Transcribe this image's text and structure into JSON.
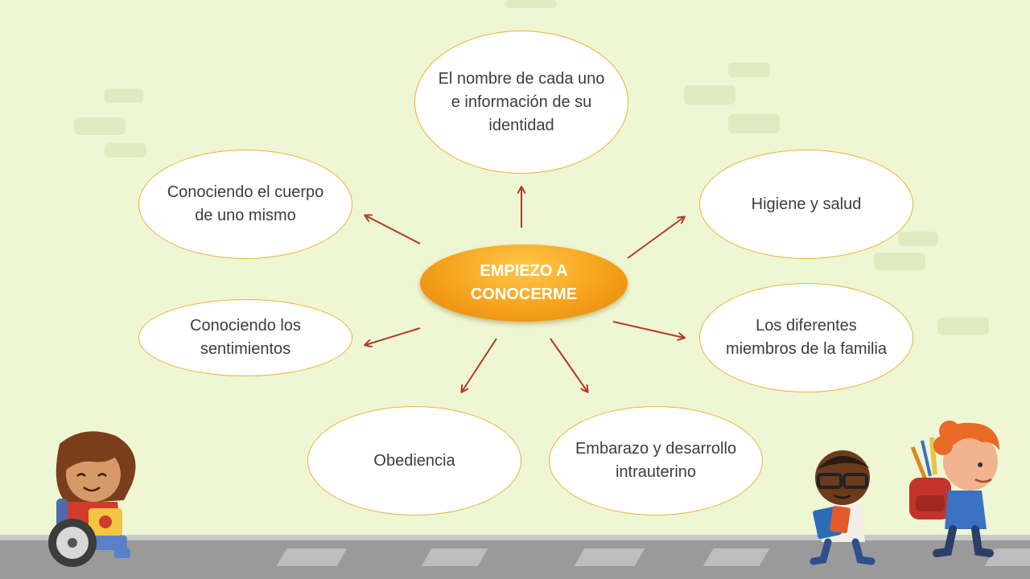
{
  "center": {
    "label": "EMPIEZO A CONOCERME"
  },
  "nodes": {
    "top": "El nombre de cada uno e información de su identidad",
    "upper_left": "Conociendo el cuerpo de uno mismo",
    "upper_right": "Higiene y salud",
    "mid_left": "Conociendo los sentimientos",
    "mid_right": "Los diferentes miembros de la familia",
    "bottom_left": "Obediencia",
    "bottom_right": "Embarazo y desarrollo intrauterino"
  },
  "colors": {
    "background": "#eef6d3",
    "center_fill": "#f5a21c",
    "oval_border": "#f0b13a",
    "arrow": "#b23a26"
  },
  "icons": [
    "girl-in-wheelchair-icon",
    "boy-with-books-icon",
    "boy-with-backpack-icon"
  ]
}
